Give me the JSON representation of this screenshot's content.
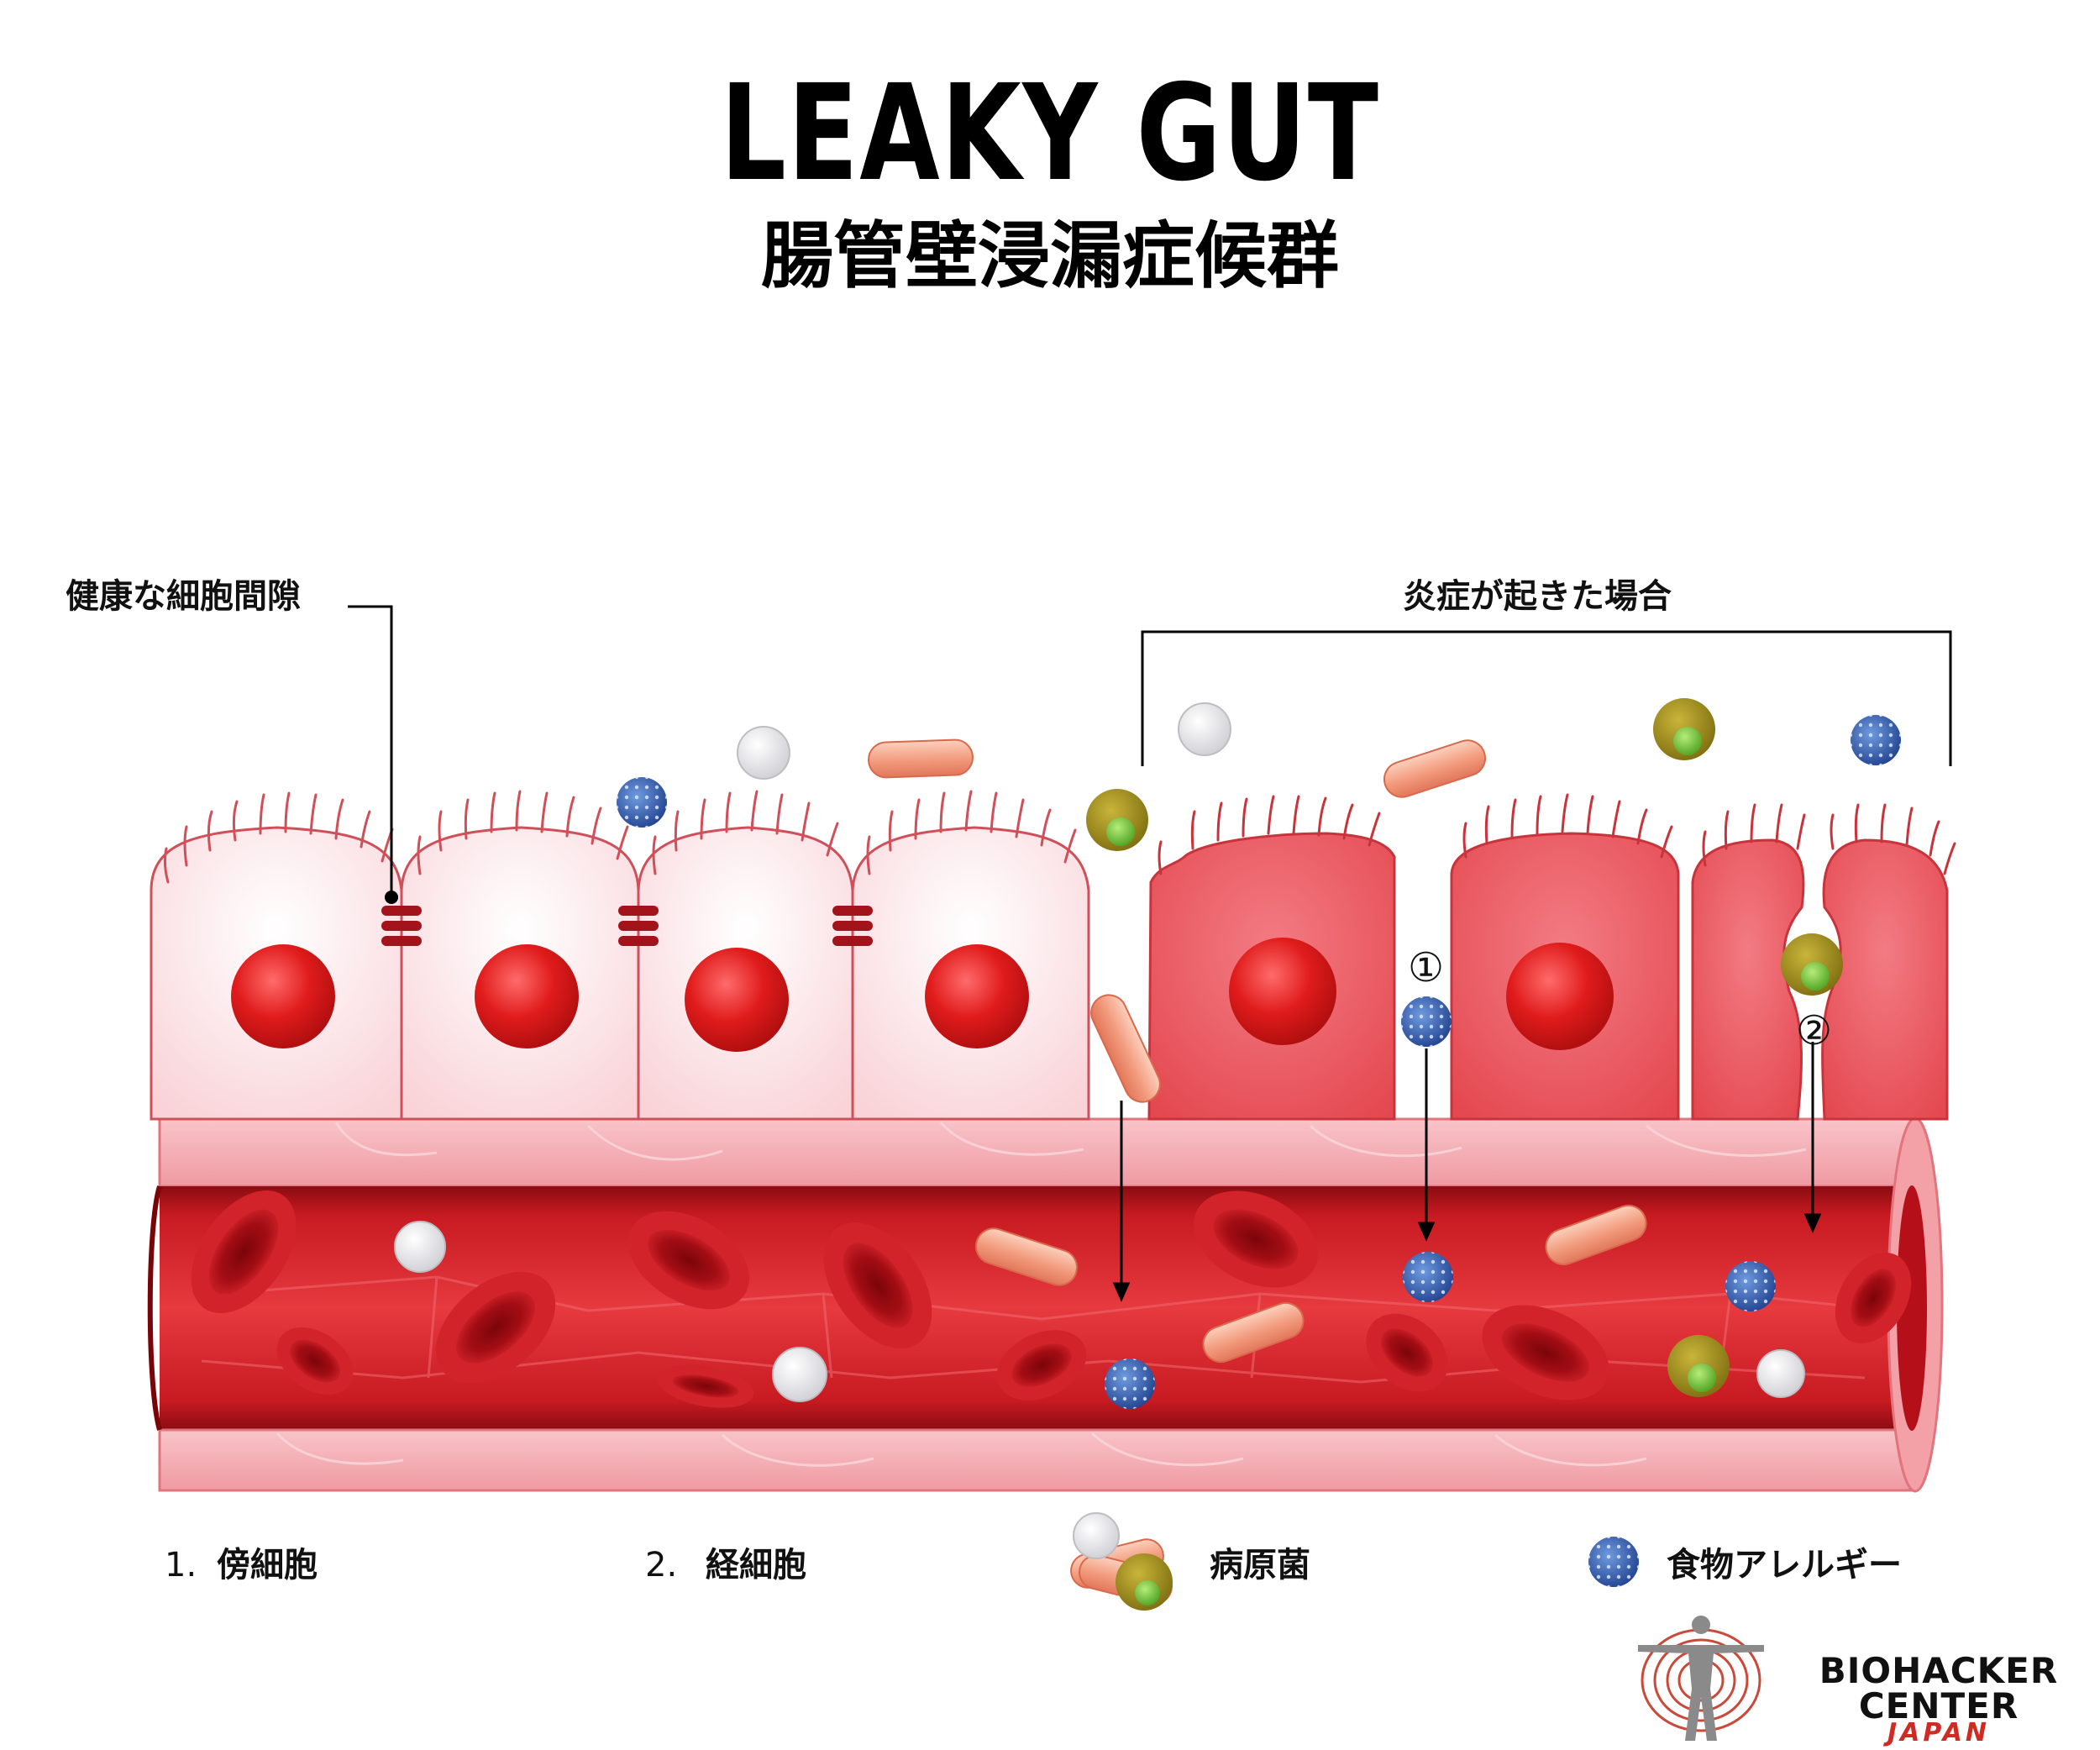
{
  "title": {
    "english": "LEAKY GUT",
    "japanese": "腸管壁浸漏症候群"
  },
  "labels": {
    "healthy_junction": "健康な細胞間隙",
    "inflamed": "炎症が起きた場合"
  },
  "markers": {
    "one": "①",
    "two": "②"
  },
  "legend": [
    {
      "number": "1.",
      "text": "傍細胞"
    },
    {
      "number": "2.",
      "text": "経細胞"
    },
    {
      "text": "病原菌",
      "icon": "pathogen-cluster-icon"
    },
    {
      "text": "食物アレルギー",
      "icon": "food-allergen-icon"
    }
  ],
  "logo": {
    "line1": "BIOHACKER",
    "line2": "CENTER",
    "line3": "JAPAN"
  },
  "colors": {
    "healthy_cell": "#fde8ea",
    "inflamed_cell": "#ee5a62",
    "nucleus": "#e01b1b",
    "vessel_wall": "#f4a0a7",
    "blood": "#c81a21",
    "red_blood_cell": "#b5101a",
    "bacterium": "#f29a7c",
    "allergen": "#2f5db0",
    "pathogen_olive": "#9c8a1c",
    "pathogen_core": "#7bc443",
    "white_particle": "#f2f2f2",
    "junction": "#a3131c"
  }
}
